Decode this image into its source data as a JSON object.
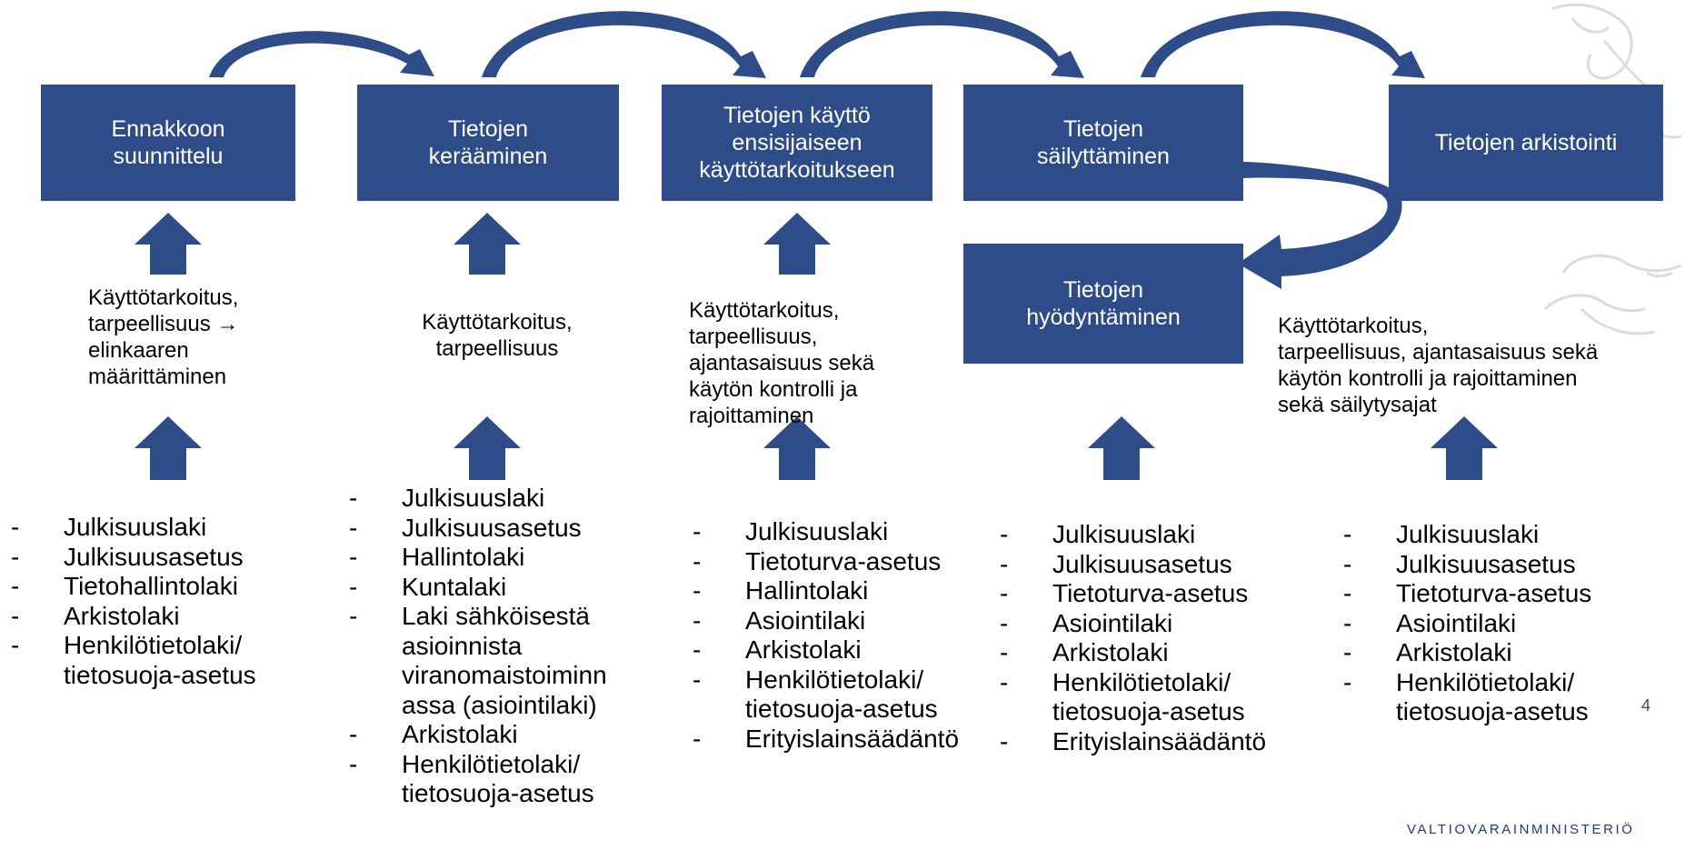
{
  "colors": {
    "box": "#2e4c87",
    "arrow": "#2e4c87",
    "text": "#000000"
  },
  "phases": [
    {
      "label": "Ennakkoon\nsuunnittelu"
    },
    {
      "label": "Tietojen\nkerääminen"
    },
    {
      "label": "Tietojen käyttö\nensisijaiseen\nkäyttötarkoitukseen"
    },
    {
      "label": "Tietojen\nsäilyttäminen"
    },
    {
      "label": "Tietojen arkistointi"
    },
    {
      "label": "Tietojen\nhyödyntäminen"
    }
  ],
  "requirements": [
    {
      "text": "Käyttötarkoitus,\ntarpeellisuus →\nelinkaaren\nmäärittäminen"
    },
    {
      "text": "Käyttötarkoitus,\ntarpeellisuus"
    },
    {
      "text": "Käyttötarkoitus,\ntarpeellisuus,\najantasaisuus sekä\nkäytön kontrolli ja\nrajoittaminen"
    },
    {
      "text": "Käyttötarkoitus,\ntarpeellisuus, ajantasaisuus sekä\nkäytön kontrolli ja rajoittaminen\nsekä säilytysajat"
    }
  ],
  "law_lists": [
    {
      "items": [
        {
          "bullet": "-",
          "text": "Julkisuuslaki"
        },
        {
          "bullet": "-",
          "text": "Julkisuusasetus"
        },
        {
          "bullet": "-",
          "text": "Tietohallintolaki"
        },
        {
          "bullet": "-",
          "text": "Arkistolaki"
        },
        {
          "bullet": "-",
          "text": "Henkilötietolaki/"
        },
        {
          "bullet": "",
          "text": "tietosuoja-asetus"
        }
      ]
    },
    {
      "items": [
        {
          "bullet": "-",
          "text": "Julkisuuslaki"
        },
        {
          "bullet": "-",
          "text": "Julkisuusasetus"
        },
        {
          "bullet": "-",
          "text": "Hallintolaki"
        },
        {
          "bullet": "-",
          "text": "Kuntalaki"
        },
        {
          "bullet": "-",
          "text": "Laki sähköisestä"
        },
        {
          "bullet": "",
          "text": "asioinnista"
        },
        {
          "bullet": "",
          "text": "viranomaistoiminn"
        },
        {
          "bullet": "",
          "text": "assa (asiointilaki)"
        },
        {
          "bullet": "-",
          "text": "Arkistolaki"
        },
        {
          "bullet": "-",
          "text": "Henkilötietolaki/"
        },
        {
          "bullet": "",
          "text": "tietosuoja-asetus"
        }
      ]
    },
    {
      "items": [
        {
          "bullet": "-",
          "text": "Julkisuuslaki"
        },
        {
          "bullet": "-",
          "text": "Tietoturva-asetus"
        },
        {
          "bullet": "-",
          "text": "Hallintolaki"
        },
        {
          "bullet": "-",
          "text": "Asiointilaki"
        },
        {
          "bullet": "-",
          "text": "Arkistolaki"
        },
        {
          "bullet": "-",
          "text": "Henkilötietolaki/"
        },
        {
          "bullet": "",
          "text": "tietosuoja-asetus"
        },
        {
          "bullet": "-",
          "text": "Erityislainsäädäntö"
        }
      ]
    },
    {
      "items": [
        {
          "bullet": "-",
          "text": "Julkisuuslaki"
        },
        {
          "bullet": "-",
          "text": "Julkisuusasetus"
        },
        {
          "bullet": "-",
          "text": "Tietoturva-asetus"
        },
        {
          "bullet": "-",
          "text": "Asiointilaki"
        },
        {
          "bullet": "-",
          "text": "Arkistolaki"
        },
        {
          "bullet": "-",
          "text": "Henkilötietolaki/"
        },
        {
          "bullet": "",
          "text": "tietosuoja-asetus"
        },
        {
          "bullet": "-",
          "text": "Erityislainsäädäntö"
        }
      ]
    },
    {
      "items": [
        {
          "bullet": "-",
          "text": "Julkisuuslaki"
        },
        {
          "bullet": "-",
          "text": "Julkisuusasetus"
        },
        {
          "bullet": "-",
          "text": "Tietoturva-asetus"
        },
        {
          "bullet": "-",
          "text": "Asiointilaki"
        },
        {
          "bullet": "-",
          "text": "Arkistolaki"
        },
        {
          "bullet": "-",
          "text": "Henkilötietolaki/"
        },
        {
          "bullet": "",
          "text": "tietosuoja-asetus"
        }
      ]
    }
  ],
  "footer": {
    "page_number": "4",
    "ministry": "VALTIOVARAINMINISTERIÖ"
  },
  "icons": {
    "curved_arrow": "curved-arrow-icon",
    "up_arrow": "up-arrow-icon",
    "emblem": "coat-of-arms-watermark"
  }
}
